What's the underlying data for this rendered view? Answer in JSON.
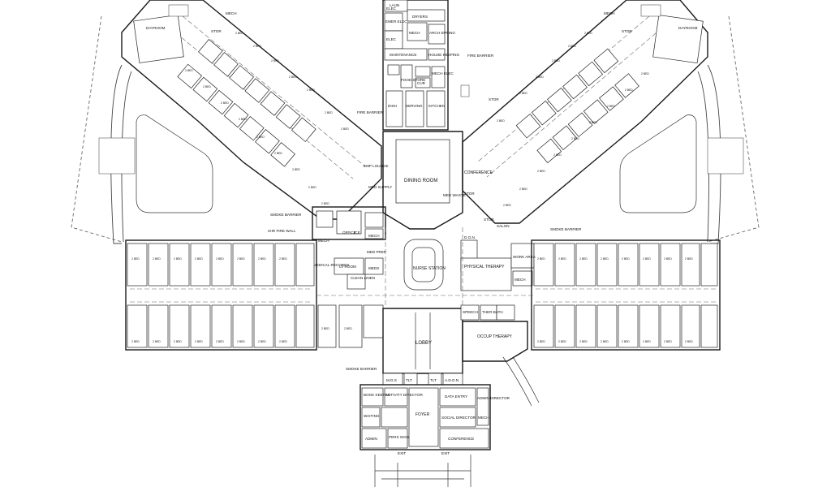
{
  "colors": {
    "background": "#ffffff",
    "line": "#1a1a1a"
  },
  "labels": {
    "dayroom_left": "DAYROOM",
    "dayroom_right": "DAYROOM",
    "mech_nw": "MECH",
    "mech_ne": "MECH",
    "stor_nw": "STOR",
    "stor_ne": "STOR",
    "stor_ne2": "STOR",
    "stor_center": "STOR",
    "stor_right": "STOR",
    "laun": "LAUN",
    "elec_top": "ELEC",
    "dryers": "DRYERS",
    "emer_elec": "EMER ELEC",
    "elec_2": "ELEC",
    "mech_top": "MECH",
    "arch_spring": "ARCH SPRING",
    "maintenance": "MAINTENANCE",
    "house_keeping": "HOUSE KEEPING",
    "mech_elec": "MECH ELEC",
    "cur": "CUR",
    "kitchen": "KITCHEN",
    "serving": "SERVING",
    "food_store": "FOOD STORE",
    "dish": "DISH",
    "fire_barrier_top": "FIRE BARRIER",
    "fire_barrier_left": "FIRE BARRIER",
    "dining_room": "DINING ROOM",
    "conference_right": "CONFERENCE",
    "med_waste": "MED WASTE",
    "emp_lounge": "EMP LOUNGE",
    "med_supply": "MED SUPPLY",
    "smoke_barrier_left": "SMOKE BARRIER",
    "fire_wall": "2HR FIRE WALL",
    "office": "OFFICE",
    "ice": "ICE",
    "mech_mid": "MECH",
    "mech_left": "MECH",
    "med_prep": "MED PREP",
    "medical_records": "MEDICAL RECORDS",
    "lv_room": "LV ROOM",
    "meds": "MEDS",
    "clean_linen": "CLEAN LINEN",
    "nurse_station": "NURSE STATION",
    "don": "D.O.N.",
    "salon": "SALON",
    "smoke_barrier_right": "SMOKE BARRIER",
    "physical_therapy": "PHYSICAL THERAPY",
    "work_area": "WORK AREA",
    "mech_right": "MECH",
    "speech": "SPEECH",
    "ther_bath": "THER BATH",
    "lobby": "LOBBY",
    "occup_therapy": "OCCUP THERAPY",
    "smoke_barrier_bottom": "SMOKE BARRIER",
    "mds": "M.D.S",
    "adon": "A.D.O.N",
    "tlt_a": "TLT",
    "tlt_b": "TLT",
    "book_keeper": "BOOK KEEPER",
    "activity_director": "ACTIVITY DIRECTOR",
    "data_entry": "DATA ENTRY",
    "admin_director": "ADMIN DIRECTOR",
    "social_director": "SOCIAL DIRECTOR",
    "waiting": "WAITING",
    "foyer": "FOYER",
    "mech_bottom": "MECH",
    "admin": "ADMIN",
    "pers_sign": "PERS SIGN",
    "conference_bottom": "CONFERENCE",
    "exit_a": "EXIT",
    "exit_b": "EXIT",
    "two_bed": "2 BED"
  }
}
